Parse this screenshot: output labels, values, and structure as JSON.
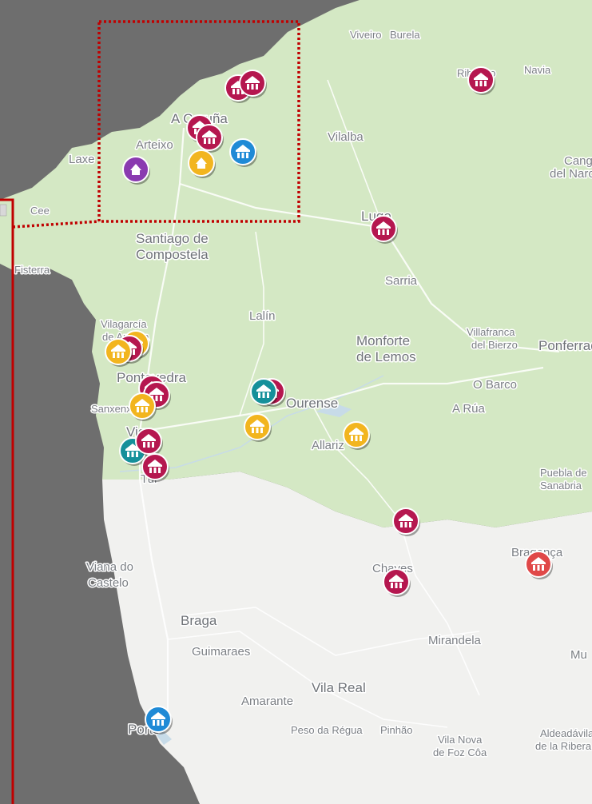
{
  "map": {
    "colors": {
      "sea": "#6e6e6e",
      "land_spain": "#d4e8c4",
      "land_portugal": "#f1f1ef",
      "selection": "#c00000",
      "marker_magenta": "#b5174f",
      "marker_blue": "#1f8ad6",
      "marker_yellow": "#f2b51f",
      "marker_purple": "#8a3ab0",
      "marker_teal": "#15909a",
      "marker_red": "#e04848"
    },
    "places": [
      {
        "name": "Viveiro",
        "key": "viveiro"
      },
      {
        "name": "Burela",
        "key": "burela"
      },
      {
        "name": "Ribadeo",
        "key": "ribadeo"
      },
      {
        "name": "Navia",
        "key": "navia"
      },
      {
        "name": "A Coruña",
        "key": "coruna"
      },
      {
        "name": "Arteixo",
        "key": "arteixo"
      },
      {
        "name": "Laxe",
        "key": "laxe"
      },
      {
        "name": "Vilalba",
        "key": "vilalba"
      },
      {
        "name": "Cangas",
        "key": "cangas1"
      },
      {
        "name": "del Narcea",
        "key": "cangas2"
      },
      {
        "name": "Lugo",
        "key": "lugo"
      },
      {
        "name": "Cee",
        "key": "cee"
      },
      {
        "name": "Fisterra",
        "key": "fisterra"
      },
      {
        "name": "Santiago de",
        "key": "santiago1"
      },
      {
        "name": "Compostela",
        "key": "santiago2"
      },
      {
        "name": "Sarria",
        "key": "sarria"
      },
      {
        "name": "Lalín",
        "key": "lalin"
      },
      {
        "name": "Vilagarcía",
        "key": "vilagarcia1"
      },
      {
        "name": "de Arousa",
        "key": "vilagarcia2"
      },
      {
        "name": "Monforte",
        "key": "monforte1"
      },
      {
        "name": "de Lemos",
        "key": "monforte2"
      },
      {
        "name": "Villafranca",
        "key": "villafranca1"
      },
      {
        "name": "del Bierzo",
        "key": "villafranca2"
      },
      {
        "name": "Ponferrada",
        "key": "ponferrada"
      },
      {
        "name": "Pontevedra",
        "key": "pontevedra"
      },
      {
        "name": "O Barco",
        "key": "obarco"
      },
      {
        "name": "Sanxenxo",
        "key": "sanxenxo"
      },
      {
        "name": "Ourense",
        "key": "ourense"
      },
      {
        "name": "A Rúa",
        "key": "arua"
      },
      {
        "name": "Vigo",
        "key": "vigo"
      },
      {
        "name": "Allariz",
        "key": "allariz"
      },
      {
        "name": "Tui",
        "key": "tui"
      },
      {
        "name": "Puebla de",
        "key": "puebla1"
      },
      {
        "name": "Sanabria",
        "key": "puebla2"
      },
      {
        "name": "Viana do",
        "key": "viana1"
      },
      {
        "name": "Castelo",
        "key": "viana2"
      },
      {
        "name": "Chaves",
        "key": "chaves"
      },
      {
        "name": "Bragança",
        "key": "braganca"
      },
      {
        "name": "Braga",
        "key": "braga"
      },
      {
        "name": "Guimaraes",
        "key": "guimaraes"
      },
      {
        "name": "Mirandela",
        "key": "mirandela"
      },
      {
        "name": "Vila Real",
        "key": "vilareal"
      },
      {
        "name": "Amarante",
        "key": "amarante"
      },
      {
        "name": "Peso da Régua",
        "key": "regua"
      },
      {
        "name": "Pinhão",
        "key": "pinhao"
      },
      {
        "name": "Vila Nova",
        "key": "vilanova1"
      },
      {
        "name": "de Foz Côa",
        "key": "vilanova2"
      },
      {
        "name": "Aldeadávila",
        "key": "aldea1"
      },
      {
        "name": "de la Ribera",
        "key": "aldea2"
      },
      {
        "name": "Porto",
        "key": "porto"
      },
      {
        "name": "Mu",
        "key": "mu"
      }
    ],
    "markers": [
      {
        "icon": "bank-icon",
        "color": "marker_magenta"
      },
      {
        "icon": "bank-icon",
        "color": "marker_magenta"
      },
      {
        "icon": "bank-icon",
        "color": "marker_magenta"
      },
      {
        "icon": "bank-icon",
        "color": "marker_magenta"
      },
      {
        "icon": "home-icon",
        "color": "marker_purple"
      },
      {
        "icon": "home-icon",
        "color": "marker_yellow"
      },
      {
        "icon": "bank-icon",
        "color": "marker_blue"
      },
      {
        "icon": "bank-icon",
        "color": "marker_magenta"
      },
      {
        "icon": "bank-icon",
        "color": "marker_yellow"
      },
      {
        "icon": "bank-icon",
        "color": "marker_magenta"
      },
      {
        "icon": "bank-icon",
        "color": "marker_magenta"
      },
      {
        "icon": "bank-icon",
        "color": "marker_yellow"
      },
      {
        "icon": "bank-icon",
        "color": "marker_magenta"
      },
      {
        "icon": "bank-icon",
        "color": "marker_magenta"
      },
      {
        "icon": "bank-icon",
        "color": "marker_teal"
      },
      {
        "icon": "bank-icon",
        "color": "marker_magenta"
      },
      {
        "icon": "bank-icon",
        "color": "marker_yellow"
      },
      {
        "icon": "bank-icon",
        "color": "marker_yellow"
      },
      {
        "icon": "bank-icon",
        "color": "marker_yellow"
      },
      {
        "icon": "bank-icon",
        "color": "marker_teal"
      },
      {
        "icon": "bank-icon",
        "color": "marker_magenta"
      },
      {
        "icon": "bank-icon",
        "color": "marker_magenta"
      },
      {
        "icon": "bank-icon",
        "color": "marker_red"
      },
      {
        "icon": "bank-icon",
        "color": "marker_magenta"
      },
      {
        "icon": "bank-icon",
        "color": "marker_magenta"
      },
      {
        "icon": "bank-icon",
        "color": "marker_blue"
      }
    ]
  }
}
